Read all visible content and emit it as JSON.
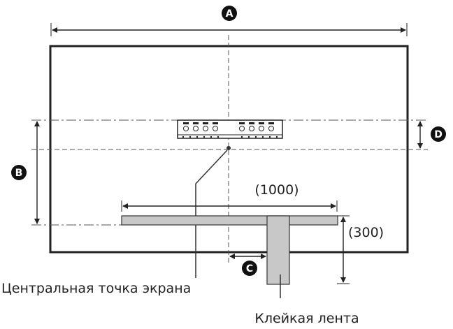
{
  "markers": {
    "a": "A",
    "b": "B",
    "c": "C",
    "d": "D"
  },
  "dimensions": {
    "width": "(1000)",
    "height": "(300)"
  },
  "labels": {
    "screen_center": "Центральная точка экрана",
    "adhesive_tape": "Клейкая лента"
  },
  "colors": {
    "line": "#222222",
    "tape": "#c8c8c8",
    "badge": "#111111"
  }
}
